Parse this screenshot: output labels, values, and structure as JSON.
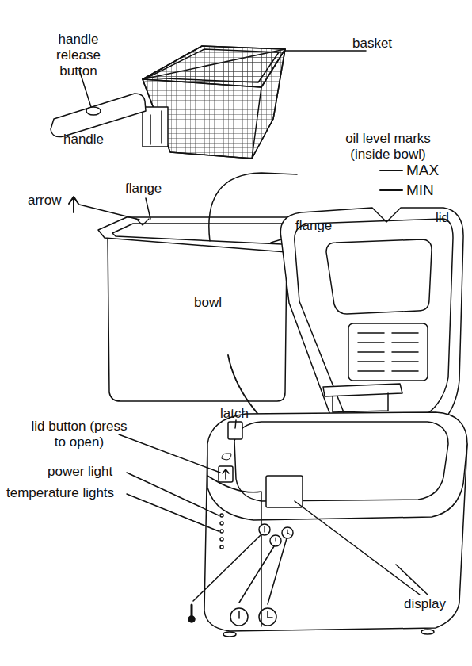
{
  "diagram": {
    "labels": [
      "handle release button",
      "basket",
      "handle",
      "oil level marks (inside bowl)",
      "MAX",
      "MIN",
      "arrow",
      "flange",
      "flange",
      "lid",
      "bowl",
      "lid button (press to open)",
      "latch",
      "power light",
      "temperature lights",
      "display"
    ]
  }
}
